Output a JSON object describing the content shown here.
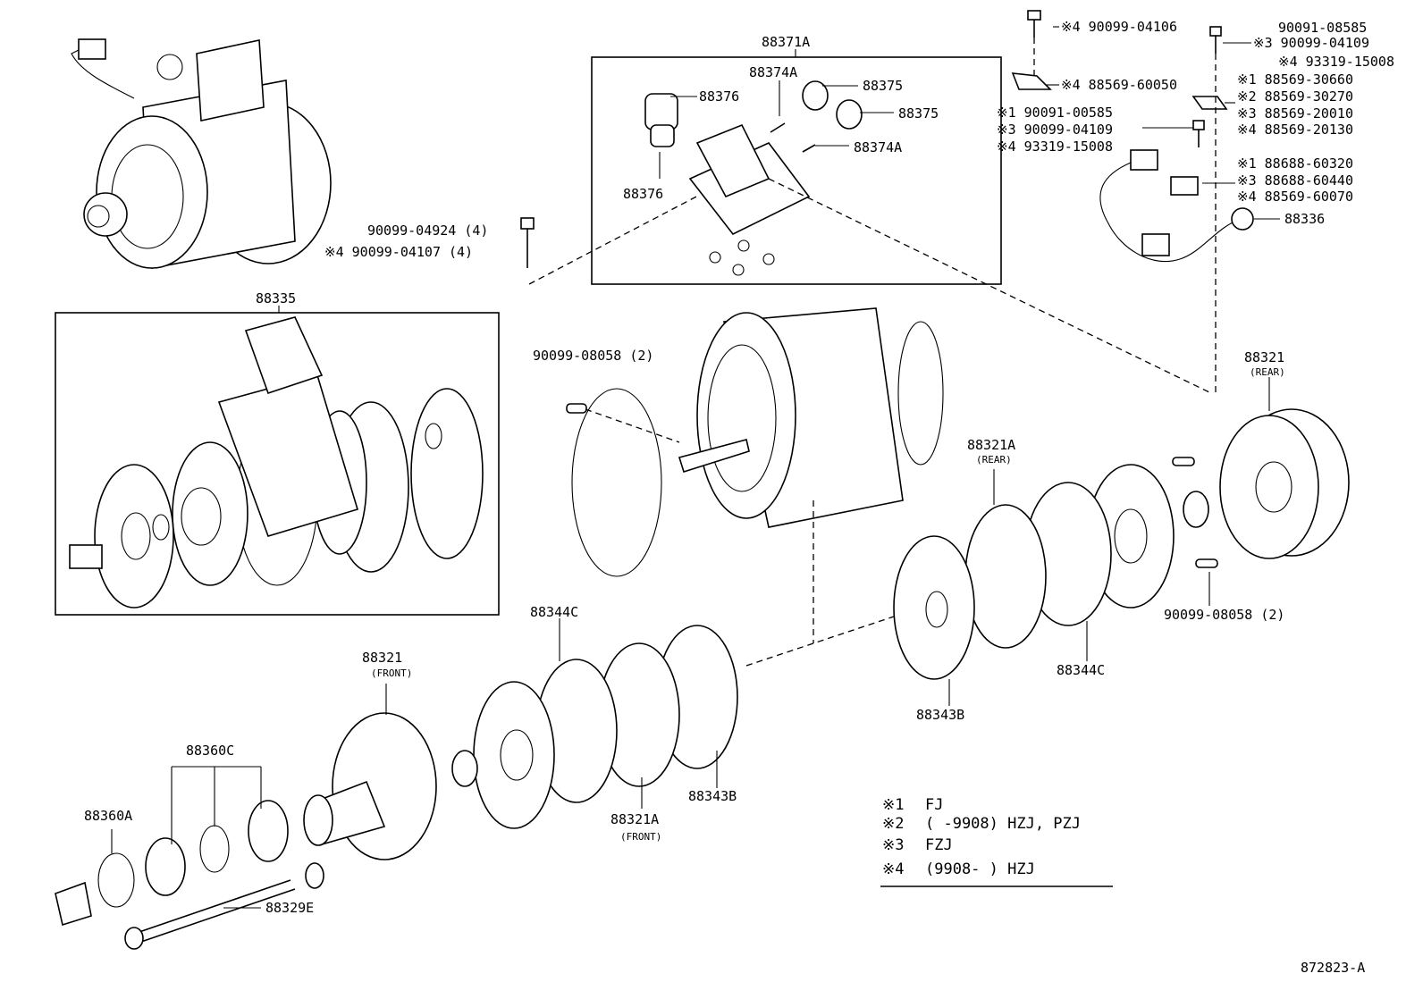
{
  "parts": {
    "p88371A": "88371A",
    "p88374A_top": "88374A",
    "p88375_a": "88375",
    "p88375_b": "88375",
    "p88376_a": "88376",
    "p88376_b": "88376",
    "p88374A_b": "88374A",
    "bolt_a": "90099-04924 (4)",
    "bolt_b": "※4  90099-04107 (4)",
    "p88335": "88335",
    "pin_top": "90099-08058 (2)",
    "pin_right": "90099-08058 (2)",
    "p88321_rear": "88321",
    "rear_a": "(REAR)",
    "p88321A_rear": "88321A",
    "rear_b": "(REAR)",
    "p88344C_left": "88344C",
    "p88344C_right": "88344C",
    "p88343B_right": "88343B",
    "p88343B_left": "88343B",
    "p88321A_front": "88321A",
    "front_a": "(FRONT)",
    "p88321_front": "88321",
    "front_b": "(FRONT)",
    "p88360C": "88360C",
    "p88360A": "88360A",
    "p88329E": "88329E",
    "p88336": "88336"
  },
  "callouts": [
    "※4  90099-04106",
    "90091-08585",
    "※3 90099-04109",
    "※4 93319-15008",
    "※4  88569-60050",
    "※1  88569-30660",
    "※2  88569-30270",
    "※3  88569-20010",
    "※4  88569-20130",
    "※1  90091-00585",
    "※3  90099-04109",
    "※4  93319-15008",
    "※1 88688-60320",
    "※3 88688-60440",
    "※4 88569-60070"
  ],
  "legend": [
    {
      "mark": "※1",
      "text": "FJ"
    },
    {
      "mark": "※2",
      "text": "(       -9908) HZJ, PZJ"
    },
    {
      "mark": "※3",
      "text": "FZJ"
    },
    {
      "mark": "※4",
      "text": "(9908-        ) HZJ"
    }
  ],
  "diagram_id": "872823-A"
}
